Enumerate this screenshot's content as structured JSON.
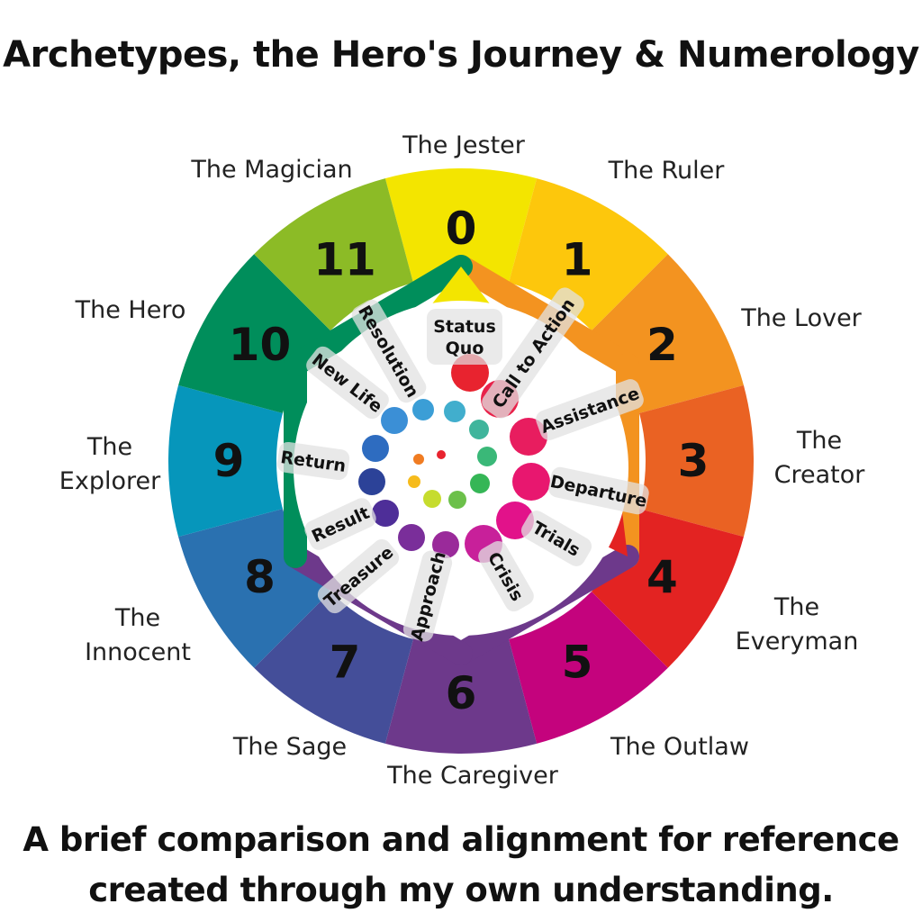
{
  "title": "Archetypes, the Hero's Journey & Numerology",
  "subtitle_line1": "A brief comparison and alignment for reference",
  "subtitle_line2": "created through my own understanding.",
  "segments": [
    {
      "number": "0",
      "archetype": "The Jester",
      "color": "#f3e500"
    },
    {
      "number": "1",
      "archetype": "The Ruler",
      "color": "#fdc70c"
    },
    {
      "number": "2",
      "archetype": "The Lover",
      "color": "#f39320"
    },
    {
      "number": "3",
      "archetype": "The Creator",
      "color": "#ea6223"
    },
    {
      "number": "4",
      "archetype": "The Everyman",
      "color": "#e32322"
    },
    {
      "number": "5",
      "archetype": "The Outlaw",
      "color": "#c4037d"
    },
    {
      "number": "6",
      "archetype": "The Caregiver",
      "color": "#6d398b"
    },
    {
      "number": "7",
      "archetype": "The Sage",
      "color": "#444e99"
    },
    {
      "number": "8",
      "archetype": "The Innocent",
      "color": "#2a71b0"
    },
    {
      "number": "9",
      "archetype": "The Explorer",
      "color": "#0696bb"
    },
    {
      "number": "10",
      "archetype": "The Hero",
      "color": "#008e5b"
    },
    {
      "number": "11",
      "archetype": "The Magician",
      "color": "#8cbb26"
    }
  ],
  "stages": [
    {
      "label": "Status Quo",
      "color": "#e8232f"
    },
    {
      "label": "Call to Action",
      "color": "#e8224a"
    },
    {
      "label": "Assistance",
      "color": "#e81d5f"
    },
    {
      "label": "Departure",
      "color": "#e8176f"
    },
    {
      "label": "Trials",
      "color": "#e2128a"
    },
    {
      "label": "Crisis",
      "color": "#c8209a"
    },
    {
      "label": "Approach",
      "color": "#9a2a9a"
    },
    {
      "label": "Treasure",
      "color": "#7a2e9a"
    },
    {
      "label": "Result",
      "color": "#4e2e98"
    },
    {
      "label": "Return",
      "color": "#2c4298"
    },
    {
      "label": "New Life",
      "color": "#2e6cc0"
    },
    {
      "label": "Resolution",
      "color": "#3b8fd6"
    }
  ]
}
